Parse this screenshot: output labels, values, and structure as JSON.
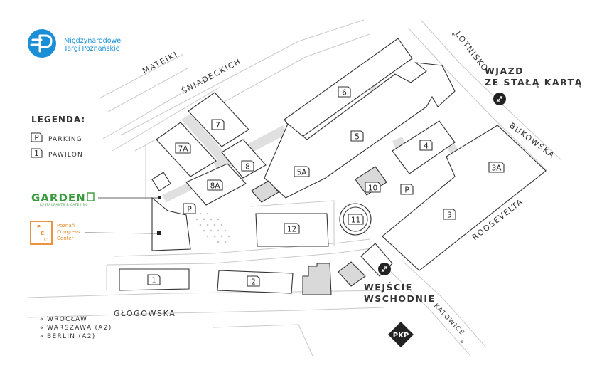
{
  "logo": {
    "line1": "Międzynarodowe",
    "line2": "Targi Poznańskie",
    "color": "#1a8fd6"
  },
  "legend": {
    "title": "LEGENDA:",
    "parking_symbol": "P",
    "parking_label": "PARKING",
    "pavilion_symbol": "1",
    "pavilion_label": "PAWILON"
  },
  "partners": {
    "garden_name": "GARDEN",
    "garden_sub": "RESTAURANTS & CATERING",
    "garden_color": "#3b9a3f",
    "pcc_mark_top": "P",
    "pcc_mark_mid": "C",
    "pcc_mark_bottom": "C",
    "pcc_line1": "Poznań",
    "pcc_line2": "Congress",
    "pcc_line3": "Center",
    "pcc_color": "#e8892c"
  },
  "streets": {
    "matejki": "MATEJKI",
    "sniadeckich": "ŚNIADECKICH",
    "lotnisko": "LOTNISKO",
    "bukowska": "BUKOWSKA",
    "roosevelta": "ROOSEVELTA",
    "glogowska": "GŁOGOWSKA",
    "katowice": "KATOWICE"
  },
  "entrances": {
    "card_entry_line1": "WJAZD",
    "card_entry_line2": "ZE STAŁĄ KARTĄ",
    "east_line1": "WEJŚCIE",
    "east_line2": "WSCHODNIE"
  },
  "directions": {
    "items": [
      "WROCŁAW",
      "WARSZAWA (A2)",
      "BERLIN (A2)"
    ]
  },
  "pkp": "PKP",
  "parking_marks": [
    "P",
    "P"
  ],
  "pavilions": [
    "6",
    "7",
    "5",
    "4",
    "7A",
    "8",
    "3A",
    "5A",
    "8A",
    "10",
    "11",
    "3",
    "12",
    "1",
    "2"
  ]
}
